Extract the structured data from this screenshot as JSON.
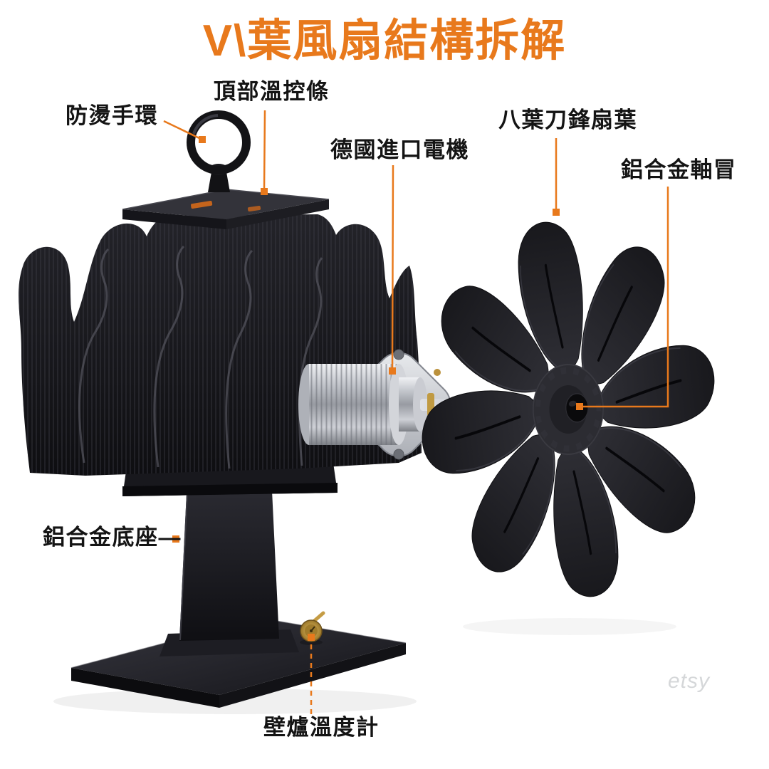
{
  "page": {
    "title": "V\\葉風扇結構拆解",
    "background_color": "#ffffff",
    "accent_color": "#e8791c",
    "label_color": "#141414"
  },
  "labels": [
    {
      "id": "handle-ring",
      "text": "防燙手環"
    },
    {
      "id": "top-strip",
      "text": "頂部溫控條"
    },
    {
      "id": "motor",
      "text": "德國進口電機"
    },
    {
      "id": "blades",
      "text": "八葉刀鋒扇葉"
    },
    {
      "id": "hub-cap",
      "text": "鋁合金軸冒"
    },
    {
      "id": "base",
      "text": "鋁合金底座—"
    },
    {
      "id": "thermometer",
      "text": "壁爐溫度計"
    }
  ],
  "watermark": "etsy",
  "illustration_parts": [
    "hand-ring",
    "top-plate",
    "heatsink-body",
    "motor",
    "motor-shaft",
    "fan-blades",
    "fan-hub",
    "axle-cap",
    "base-column",
    "base-plate",
    "thermometer"
  ]
}
